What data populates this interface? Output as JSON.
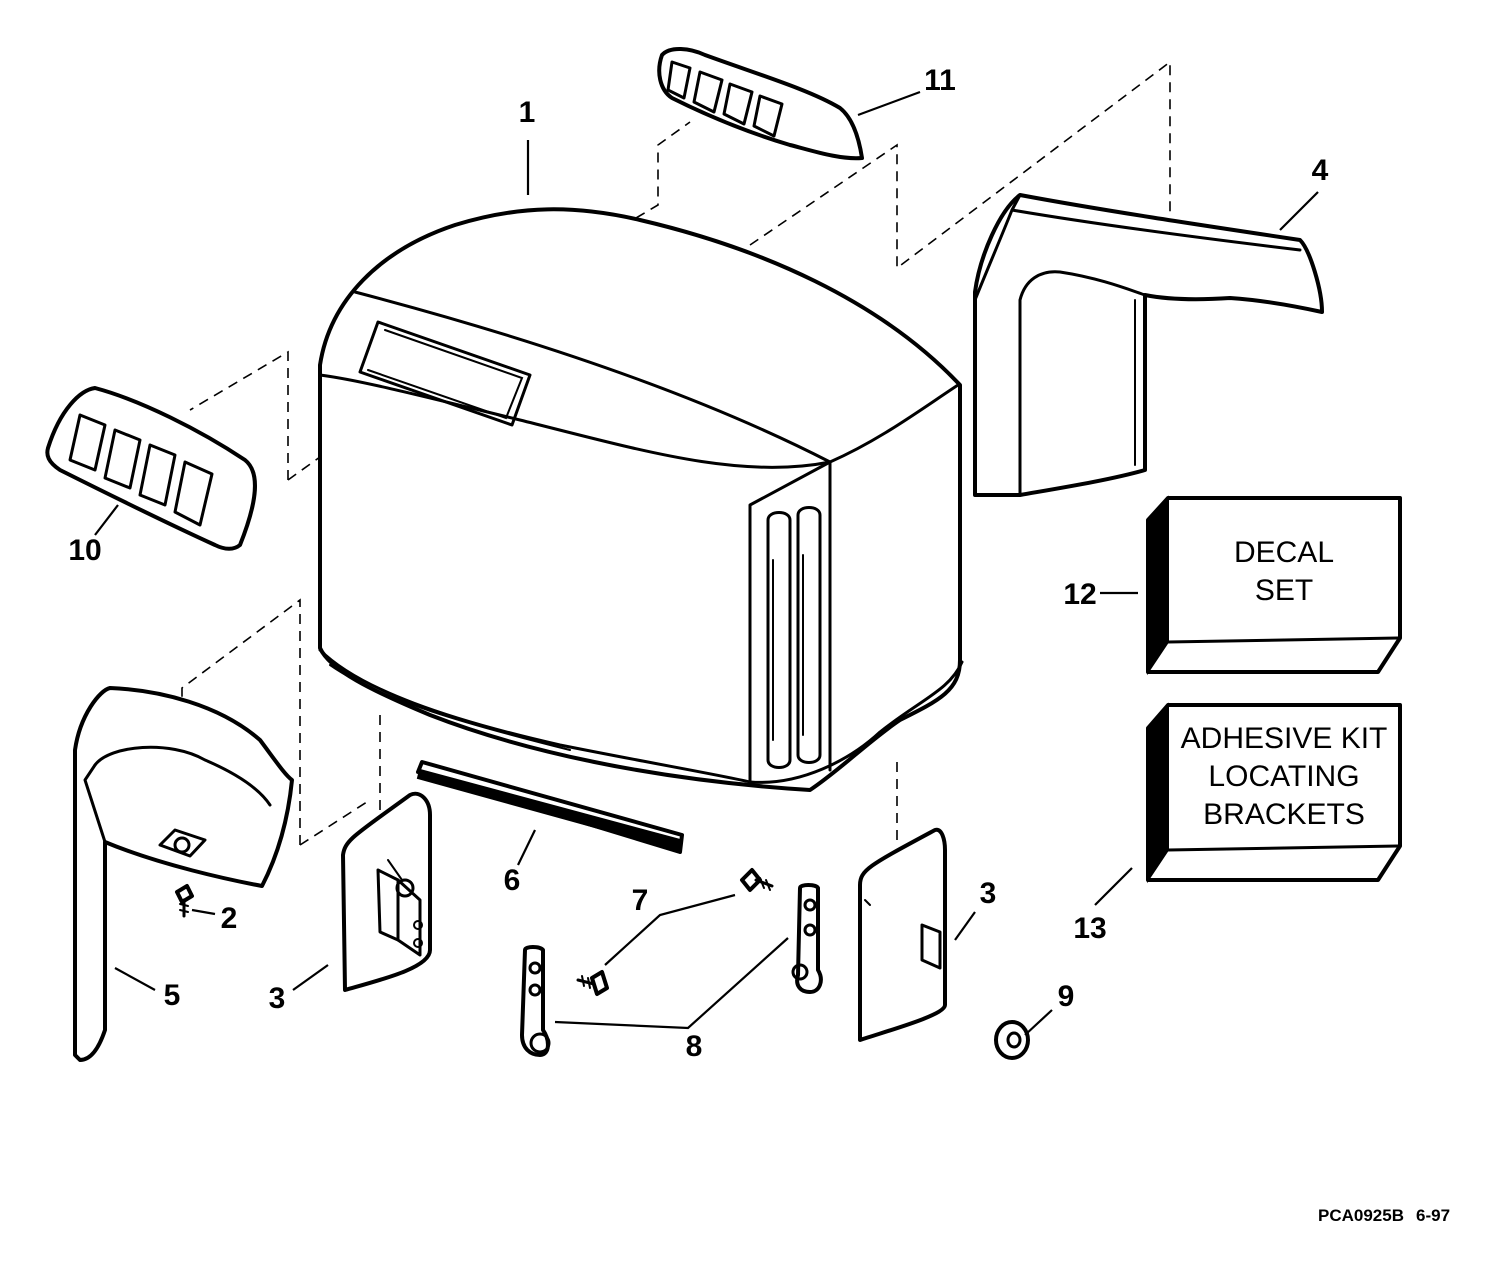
{
  "callouts": {
    "c1": "1",
    "c2": "2",
    "c3a": "3",
    "c3b": "3",
    "c4": "4",
    "c5": "5",
    "c6": "6",
    "c7": "7",
    "c8": "8",
    "c9": "9",
    "c10": "10",
    "c11": "11",
    "c12": "12",
    "c13": "13"
  },
  "decal_box": {
    "line1": "DECAL",
    "line2": "SET"
  },
  "adhesive_box": {
    "line1": "ADHESIVE KIT",
    "line2": "LOCATING",
    "line3": "BRACKETS"
  },
  "footer": {
    "ref_code": "PCA0925B",
    "date": "6-97"
  },
  "colors": {
    "ink": "#000000",
    "paper": "#ffffff"
  }
}
